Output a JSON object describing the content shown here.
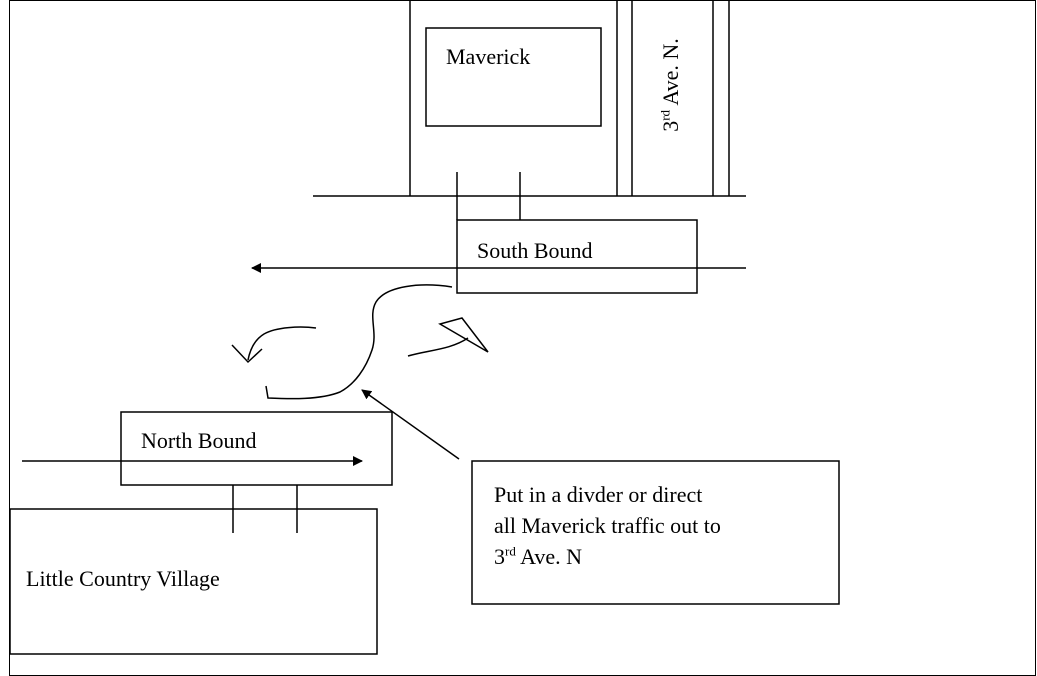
{
  "labels": {
    "maverick": "Maverick",
    "street_ordinal": "3",
    "street_superscript": "rd",
    "street_rest": " Ave. N.",
    "south_bound": "South Bound",
    "north_bound": "North Bound",
    "little_country_village": "Little Country Village"
  },
  "note": {
    "line1": "Put in a divder or direct",
    "line2": "all Maverick traffic out to",
    "line3_ordinal": "3",
    "line3_superscript": "rd",
    "line3_rest": " Ave. N"
  },
  "colors": {
    "stroke": "#000000",
    "background": "#ffffff"
  }
}
